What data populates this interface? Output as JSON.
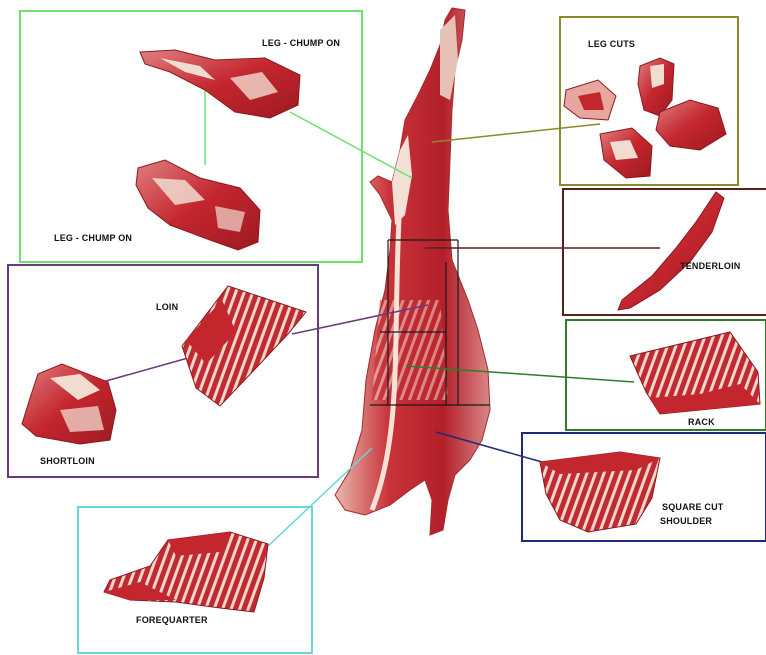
{
  "labels": {
    "leg_chump_on_top": "LEG - CHUMP ON",
    "leg_chump_on_bottom": "LEG - CHUMP ON",
    "leg_cuts": "LEG CUTS",
    "tenderloin": "TENDERLOIN",
    "loin": "LOIN",
    "shortloin": "SHORTLOIN",
    "rack": "RACK",
    "square_cut_shoulder_line1": "SQUARE CUT",
    "square_cut_shoulder_line2": "SHOULDER",
    "forequarter": "FOREQUARTER"
  },
  "colors": {
    "leg_chump_box": "#6ee06e",
    "leg_cuts_box": "#8a8a2a",
    "tenderloin_box": "#5a1e1e",
    "loin_box": "#6a3a7a",
    "rack_box": "#2e7d2e",
    "shoulder_box": "#1e2a7a",
    "forequarter_box": "#6ad6d6",
    "meat_dark": "#b3202a",
    "meat_mid": "#d23a3e",
    "meat_light": "#e8a6a0",
    "fat": "#f1dcd0"
  }
}
